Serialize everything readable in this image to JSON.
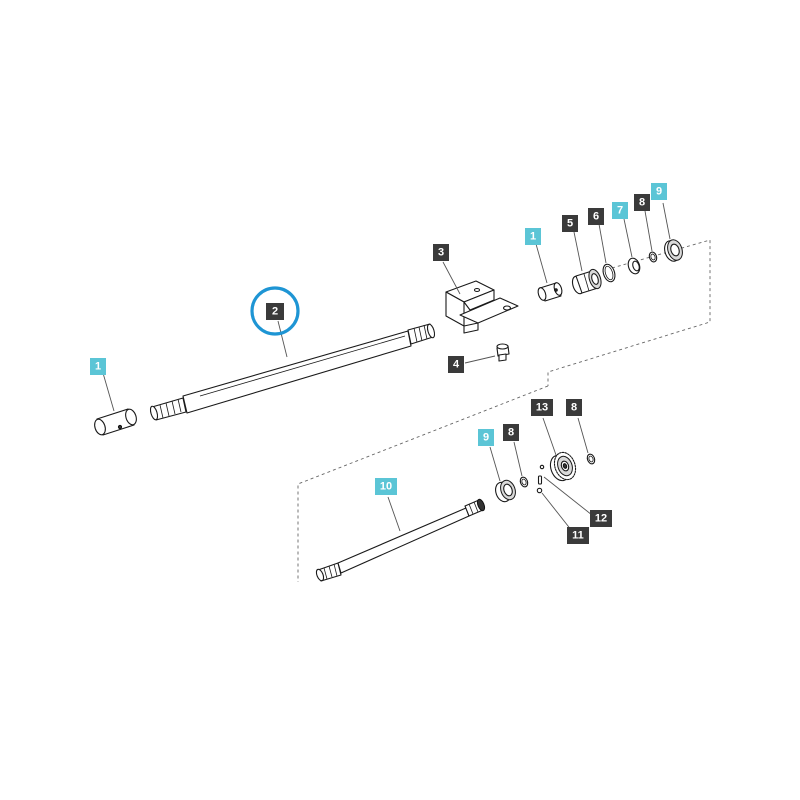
{
  "colors": {
    "callout_dark": "#3a3a3a",
    "callout_accent": "#5bc5d6",
    "highlight_ring": "#1e95d4"
  },
  "callouts": {
    "c1a": {
      "label": "1",
      "variant": "accent"
    },
    "c2": {
      "label": "2",
      "variant": "dark",
      "highlighted": true
    },
    "c3": {
      "label": "3",
      "variant": "dark"
    },
    "c4": {
      "label": "4",
      "variant": "dark"
    },
    "c1b": {
      "label": "1",
      "variant": "accent"
    },
    "c5": {
      "label": "5",
      "variant": "dark"
    },
    "c6": {
      "label": "6",
      "variant": "dark"
    },
    "c7": {
      "label": "7",
      "variant": "accent"
    },
    "c8a": {
      "label": "8",
      "variant": "dark"
    },
    "c9a": {
      "label": "9",
      "variant": "accent"
    },
    "c10": {
      "label": "10",
      "variant": "accent"
    },
    "c9b": {
      "label": "9",
      "variant": "accent"
    },
    "c8b": {
      "label": "8",
      "variant": "dark"
    },
    "c13": {
      "label": "13",
      "variant": "dark"
    },
    "c8c": {
      "label": "8",
      "variant": "dark"
    },
    "c12": {
      "label": "12",
      "variant": "dark"
    },
    "c11": {
      "label": "11",
      "variant": "dark"
    }
  }
}
